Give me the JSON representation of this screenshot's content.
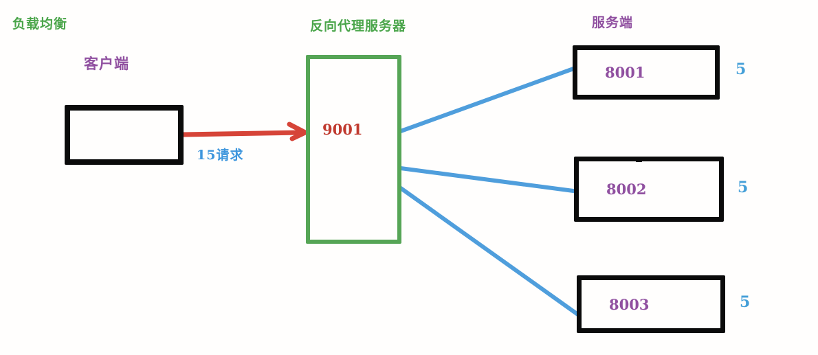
{
  "title": {
    "text": "负载均衡"
  },
  "client": {
    "label": "客户端"
  },
  "proxy": {
    "label": "反向代理服务器",
    "port": "9001"
  },
  "request_arrow": {
    "label": "15请求"
  },
  "servers": {
    "label": "服务端",
    "items": [
      {
        "port": "8001",
        "count": "5"
      },
      {
        "port": "8002",
        "count": "5"
      },
      {
        "port": "8003",
        "count": "5"
      }
    ]
  },
  "palette": {
    "green": "#4aa54a",
    "purple": "#9050a0",
    "blue": "#3e96dd",
    "red": "#c03a2f",
    "box_black": "#0b0b0b",
    "proxy_border_green": "#56a556",
    "wire_blue": "#4f9edc",
    "arrow_red": "#d64438"
  }
}
